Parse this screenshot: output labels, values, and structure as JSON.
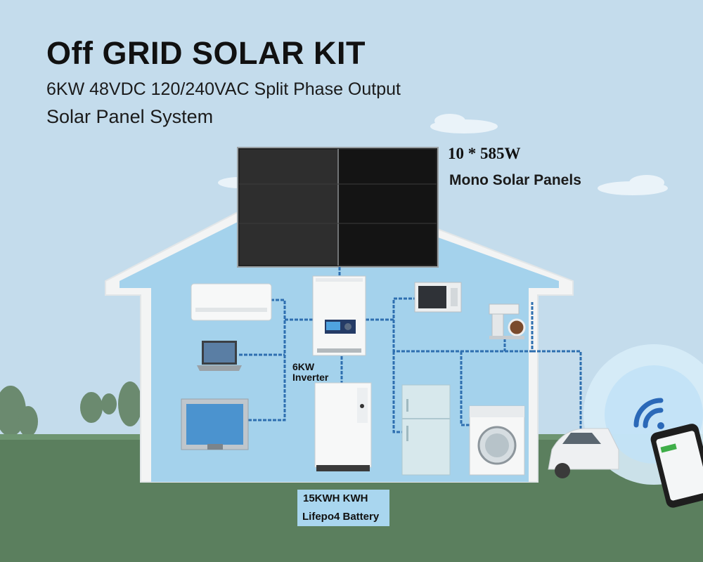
{
  "header": {
    "title": "Off GRID SOLAR KIT",
    "subtitle_line1": "6KW 48VDC 120/240VAC Split Phase Output",
    "subtitle_line2": "Solar Panel System"
  },
  "solar_panels": {
    "count_label": "10 * 585W",
    "type_label": "Mono Solar Panels"
  },
  "inverter": {
    "label": "6KW\nInverter"
  },
  "battery": {
    "capacity_label": "15KWH KWH",
    "type_label": "Lifepo4 Battery"
  },
  "colors": {
    "sky": "#c4dcec",
    "house_wall": "#f3f4f4",
    "house_interior": "#a4d2ec",
    "ground": "#5b7f5e",
    "wire": "#2e6fb0",
    "panel": "#1f1f1f",
    "battery_box": "#a9d6ef"
  }
}
